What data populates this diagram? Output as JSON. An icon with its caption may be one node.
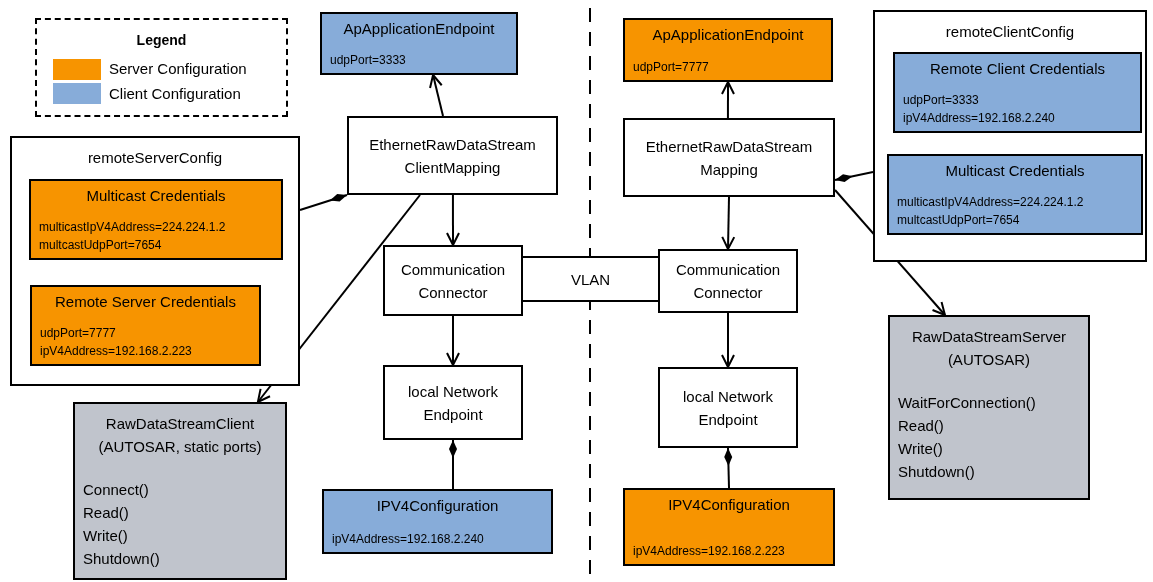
{
  "diagram": {
    "nodes": [
      {
        "text": [
          "ApApplicationEndpoint",
          "udpPort=3333"
        ]
      },
      {
        "text": [
          "ApApplicationEndpoint",
          "udpPort=7777"
        ]
      },
      {
        "text": [
          "remoteClientConfig"
        ]
      },
      {
        "text": [
          "Remote Client Credentials",
          "udpPort=3333",
          "ipV4Address=192.168.2.240"
        ],
        "in": 2
      },
      {
        "text": [
          "EthernetRawDataStream ClientMapping"
        ]
      },
      {
        "text": [
          "EthernetRawDataStream Mapping"
        ]
      },
      {
        "text": [
          "remoteServerConfig"
        ]
      },
      {
        "text": [
          "Multicast Credentials",
          "multicastIpV4Address=224.224.1.2",
          "multcastUdpPort=7654"
        ],
        "in": 6
      },
      {
        "text": [
          "Multicast Credentials",
          "multicastIpV4Address=224.224.1.2",
          "multcastUdpPort=7654"
        ],
        "in": 2
      },
      {
        "text": [
          "Remote Server Credentials",
          "udpPort=7777",
          "ipV4Address=192.168.2.223"
        ],
        "in": 6
      },
      {
        "text": [
          "Communication Connector"
        ]
      },
      {
        "text": [
          "VLAN"
        ]
      },
      {
        "text": [
          "Communication Connector"
        ]
      },
      {
        "text": [
          "RawDataStreamServer (AUTOSAR)",
          "WaitForConnection()",
          "Read()",
          "Write()",
          "Shutdown()"
        ]
      },
      {
        "text": [
          "local Network Endpoint"
        ]
      },
      {
        "text": [
          "local Network Endpoint"
        ]
      },
      {
        "text": [
          "RawDataStreamClient (AUTOSAR, static ports)",
          "Connect()",
          "Read()",
          "Write()",
          "Shutdown()"
        ]
      },
      {
        "text": [
          "IPV4Configuration",
          "ipV4Address=192.168.2.240"
        ]
      },
      {
        "text": [
          "IPV4Configuration",
          "ipV4Address=192.168.2.223"
        ]
      }
    ],
    "edges": [
      {
        "from": 4,
        "to": 0,
        "arrow": "to"
      },
      {
        "from": 5,
        "to": 1,
        "arrow": "to"
      },
      {
        "from": 4,
        "to": 10,
        "arrow": "to"
      },
      {
        "from": 10,
        "to": 14,
        "arrow": "to"
      },
      {
        "from": 5,
        "to": 12,
        "arrow": "to"
      },
      {
        "from": 12,
        "to": 15,
        "arrow": "to"
      },
      {
        "from": 6,
        "to": 4,
        "arrow": "other"
      },
      {
        "from": 4,
        "to": 16,
        "arrow": "to"
      },
      {
        "from": 2,
        "to": 5,
        "arrow": "other"
      },
      {
        "from": 5,
        "to": 13,
        "arrow": "to"
      },
      {
        "from": 17,
        "to": 14,
        "arrow": "other"
      },
      {
        "from": 18,
        "to": 15,
        "arrow": "other"
      }
    ],
    "labels": [
      "Legend"
    ],
    "legend": [
      {
        "text": "Server Configuration",
        "color": "#f79400"
      },
      {
        "text": "Client Configuration",
        "color": "#87acd9"
      }
    ]
  }
}
